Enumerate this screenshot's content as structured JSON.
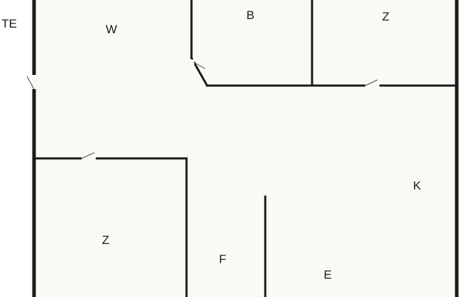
{
  "colors": {
    "floor": "#fafaf5",
    "outside": "#ffffff",
    "wall": "#1a1a1a"
  },
  "rooms": [
    {
      "id": "te",
      "label": "TE"
    },
    {
      "id": "w",
      "label": "W"
    },
    {
      "id": "b",
      "label": "B"
    },
    {
      "id": "z-top",
      "label": "Z"
    },
    {
      "id": "k",
      "label": "K"
    },
    {
      "id": "z-bottom",
      "label": "Z"
    },
    {
      "id": "f",
      "label": "F"
    },
    {
      "id": "e",
      "label": "E"
    }
  ]
}
